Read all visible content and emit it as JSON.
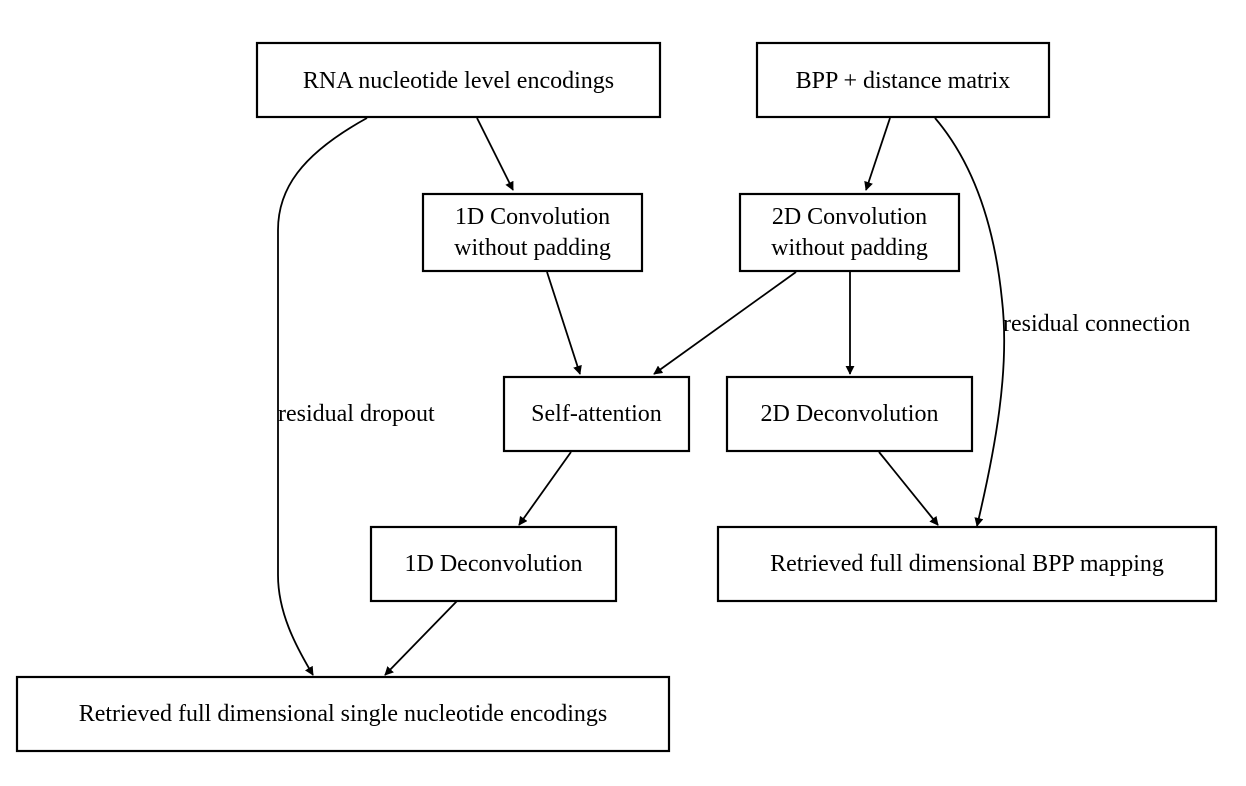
{
  "nodes": {
    "rna_encodings": "RNA nucleotide level encodings",
    "bpp_distance": "BPP + distance matrix",
    "conv1d_line1": "1D Convolution",
    "conv1d_line2": "without padding",
    "conv2d_line1": "2D Convolution",
    "conv2d_line2": "without padding",
    "self_attention": "Self-attention",
    "deconv2d": "2D Deconvolution",
    "deconv1d": "1D Deconvolution",
    "retrieved_bpp": "Retrieved full dimensional BPP mapping",
    "retrieved_single": "Retrieved full dimensional single nucleotide encodings"
  },
  "edge_labels": {
    "residual_dropout": "residual dropout",
    "residual_connection": "residual connection"
  },
  "colors": {
    "stroke": "#000000",
    "background": "#ffffff"
  }
}
